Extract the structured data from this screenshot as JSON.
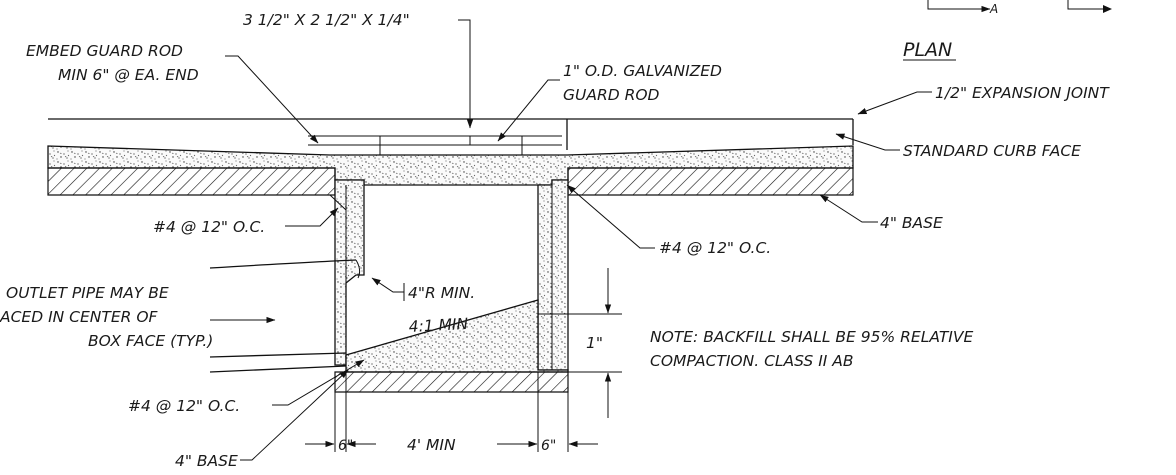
{
  "view_title": "PLAN",
  "section_marker": "A",
  "labels": {
    "angle_size": "3 1/2\" X 2 1/2\" X 1/4\"",
    "embed_line1": "EMBED GUARD ROD",
    "embed_line2": "MIN 6\" @ EA. END",
    "guard_line1": "1\" O.D. GALVANIZED",
    "guard_line2": "GUARD ROD",
    "expansion_joint": "1/2\" EXPANSION JOINT",
    "curb_face": "STANDARD CURB FACE",
    "base_right": "4\" BASE",
    "rebar_left_top": "#4 @ 12\" O.C.",
    "rebar_right": "#4 @ 12\" O.C.",
    "outlet_line1": "OUTLET PIPE MAY BE",
    "outlet_line2": "ACED IN CENTER OF",
    "outlet_line3": "BOX FACE (TYP.)",
    "radius": "4\"R MIN.",
    "slope": "4:1 MIN",
    "drop_dim": "1\"",
    "note_line1": "NOTE: BACKFILL SHALL BE 95% RELATIVE",
    "note_line2": "COMPACTION. CLASS II AB",
    "rebar_left_bottom": "#4 @ 12\" O.C.",
    "base_bottom": "4\" BASE",
    "dim_wall_left": "6\"",
    "dim_width": "4' MIN",
    "dim_wall_right": "6\""
  }
}
